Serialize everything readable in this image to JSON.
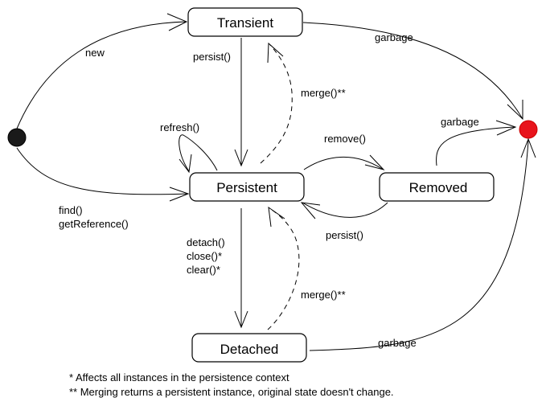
{
  "states": {
    "transient": "Transient",
    "persistent": "Persistent",
    "removed": "Removed",
    "detached": "Detached"
  },
  "transitions": {
    "new": "new",
    "find": "find()",
    "get_reference": "getReference()",
    "persist_from_transient": "persist()",
    "merge_to_transient": "merge()**",
    "refresh": "refresh()",
    "remove": "remove()",
    "persist_from_removed": "persist()",
    "detach": "detach()",
    "close": "close()*",
    "clear": "clear()*",
    "merge_from_detached": "merge()**",
    "garbage_transient": "garbage",
    "garbage_removed": "garbage",
    "garbage_detached": "garbage"
  },
  "notes": [
    "* Affects all instances in the persistence context",
    "** Merging returns a persistent instance, original state doesn't change."
  ],
  "colors": {
    "initial_node": "#1a1a1a",
    "final_node": "#e8141c"
  }
}
